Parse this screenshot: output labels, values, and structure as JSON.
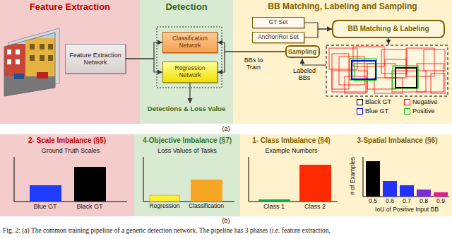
{
  "diagram": {
    "caption": "Fig. 2: (a) The common training pipeline of a generic detection network. The pipeline has 3 phases (i.e. feature extraction,",
    "nodes": [
      {
        "text": [
          "Feature Extraction"
        ]
      },
      {
        "text": [
          "Feature Extraction Network"
        ],
        "in": 0
      },
      {
        "text": [
          "Detection"
        ]
      },
      {
        "text": [
          "Classification Network"
        ],
        "in": 2
      },
      {
        "text": [
          "Regression Network"
        ],
        "in": 2
      },
      {
        "text": [
          "Detections & Loss Value"
        ],
        "in": 2
      },
      {
        "text": [
          "BB Matching, Labeling and Sampling"
        ]
      },
      {
        "text": [
          "GT Set"
        ],
        "in": 6
      },
      {
        "text": [
          "Anchor/RoI Set"
        ],
        "in": 6
      },
      {
        "text": [
          "BB Matching & Labeling"
        ],
        "in": 6
      },
      {
        "text": [
          "Sampling"
        ],
        "in": 6
      },
      {
        "text": [
          "2- Scale Imbalance (§5)"
        ]
      },
      {
        "text": [
          "4-Objective Imbalance (§7)"
        ]
      },
      {
        "text": [
          "1- Class Imbalance (§4)"
        ]
      },
      {
        "text": [
          "3-Spatial Imbalance (§6)"
        ]
      }
    ],
    "edges": [
      {
        "from": 1,
        "to": 3,
        "arrow": "to"
      },
      {
        "from": 1,
        "to": 4,
        "arrow": "to"
      },
      {
        "from": 10,
        "to": 3,
        "arrow": "to"
      },
      {
        "from": 10,
        "to": 4,
        "arrow": "to",
        "label": "BBs to Train"
      },
      {
        "from": 4,
        "to": 5,
        "arrow": "to"
      },
      {
        "from": 7,
        "to": 9,
        "arrow": "to"
      },
      {
        "from": 8,
        "to": 9,
        "arrow": "to"
      }
    ],
    "labels": [
      "Labeled BBs",
      "(a)",
      "Ground Truth Scales",
      "Blue GT",
      "Black GT",
      "Loss Values of Tasks",
      "Regression",
      "Classification",
      "Example Numbers",
      "Class 1",
      "Class 2",
      "# of Examples",
      "0.5",
      "0.6",
      "0.7",
      "0.8",
      "0.9",
      "IoU of Positive Input BB",
      "(b)"
    ],
    "legend": [
      {
        "text": "Black GT",
        "color": "#000000"
      },
      {
        "text": "Negative",
        "color": "#ff0000"
      },
      {
        "text": "Blue GT",
        "color": "#0000ff"
      },
      {
        "text": "Positive",
        "color": "#00cc00"
      }
    ]
  }
}
